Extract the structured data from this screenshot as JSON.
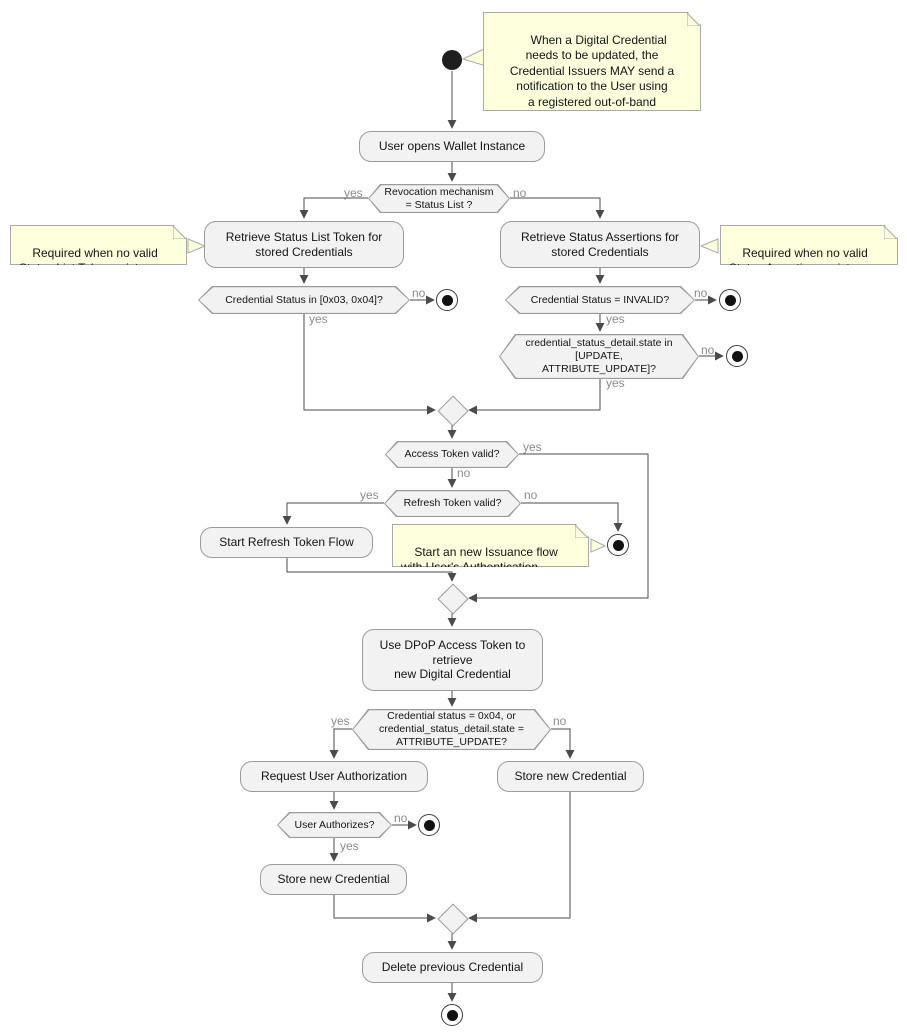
{
  "colors": {
    "activity_fill": "#F2F2F2",
    "activity_border": "#9B9B9B",
    "note_fill": "#FEFFDD",
    "note_border": "#A9A9A9",
    "connector_line": "#4B4B4B",
    "text": "#141414",
    "edge_label_text": "#8C8C8C"
  },
  "notes": {
    "update_notification": "When a Digital Credential\nneeds to be updated, the\nCredential Issuers MAY send a\nnotification to the User using\na registered out-of-band\ncommunication channel.",
    "status_list_required": "Required when no valid\nStatus List Token exists",
    "status_assertions_required": "Required when no valid\nStatus Assertions exists",
    "new_issuance_flow": "Start an new Issuance flow\nwith User's Authentication"
  },
  "activities": {
    "open_wallet": "User opens Wallet Instance",
    "retrieve_status_list": "Retrieve Status List Token for\nstored Credentials",
    "retrieve_status_assertions": "Retrieve Status Assertions for\nstored Credentials",
    "start_refresh_token_flow": "Start Refresh Token Flow",
    "use_dpop": "Use DPoP Access Token to\nretrieve\nnew Digital Credential",
    "request_user_authorization": "Request User Authorization",
    "store_new_credential_right": "Store new Credential",
    "store_new_credential_left": "Store new Credential",
    "delete_previous_credential": "Delete previous Credential"
  },
  "decisions": {
    "revocation_mechanism": "Revocation mechanism\n= Status List ?",
    "credential_status_range": "Credential Status in [0x03, 0x04]?",
    "credential_status_invalid": "Credential Status = INVALID?",
    "credential_status_detail_state": "credential_status_detail.state in\n[UPDATE,\nATTRIBUTE_UPDATE]?",
    "access_token_valid": "Access Token valid?",
    "refresh_token_valid": "Refresh Token valid?",
    "credential_status_0x04": "Credential status = 0x04, or\ncredential_status_detail.state =\nATTRIBUTE_UPDATE?",
    "user_authorizes": "User Authorizes?"
  },
  "edge_labels": {
    "yes": "yes",
    "no": "no"
  }
}
